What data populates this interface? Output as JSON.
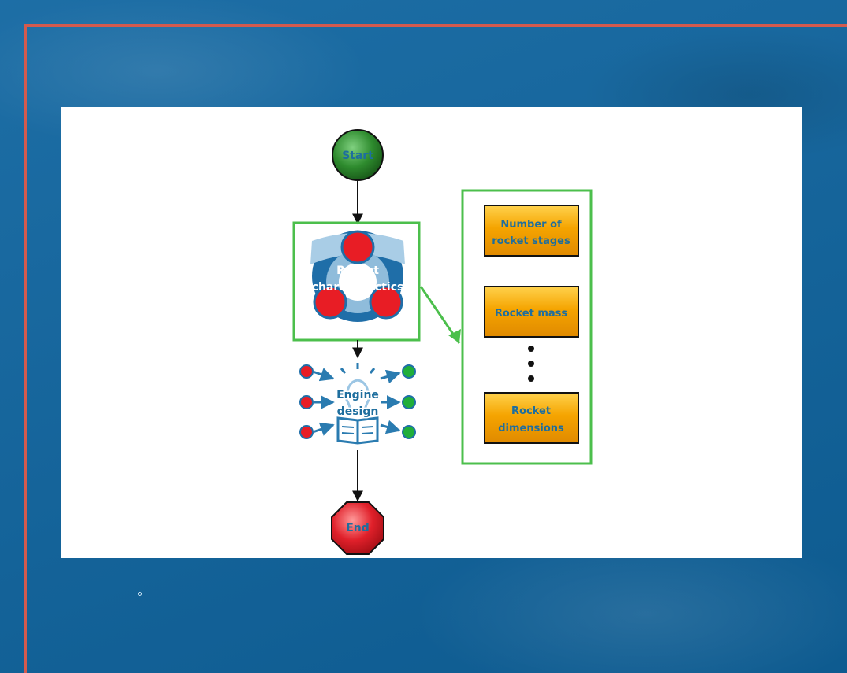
{
  "diagram": {
    "start_label": "Start",
    "rocket_label_line1": "Rocket",
    "rocket_label_line2": "characterictics",
    "engine_label_line1": "Engine",
    "engine_label_line2": "design",
    "end_label": "End",
    "parameters": {
      "stages_line1": "Number of",
      "stages_line2": "rocket stages",
      "mass": "Rocket mass",
      "dimensions_line1": "Rocket",
      "dimensions_line2": "dimensions"
    }
  },
  "colors": {
    "background": "#0f65a0",
    "frame": "#d45a4e",
    "highlight": "#4cbf4c",
    "start": "#2e8b2e",
    "end": "#e0202a",
    "param_box": "#f5a400",
    "label_blue": "#1e6e9e"
  },
  "icons": [
    "rocket-characteristics-icon",
    "engine-design-icon",
    "lightbulb-icon"
  ]
}
